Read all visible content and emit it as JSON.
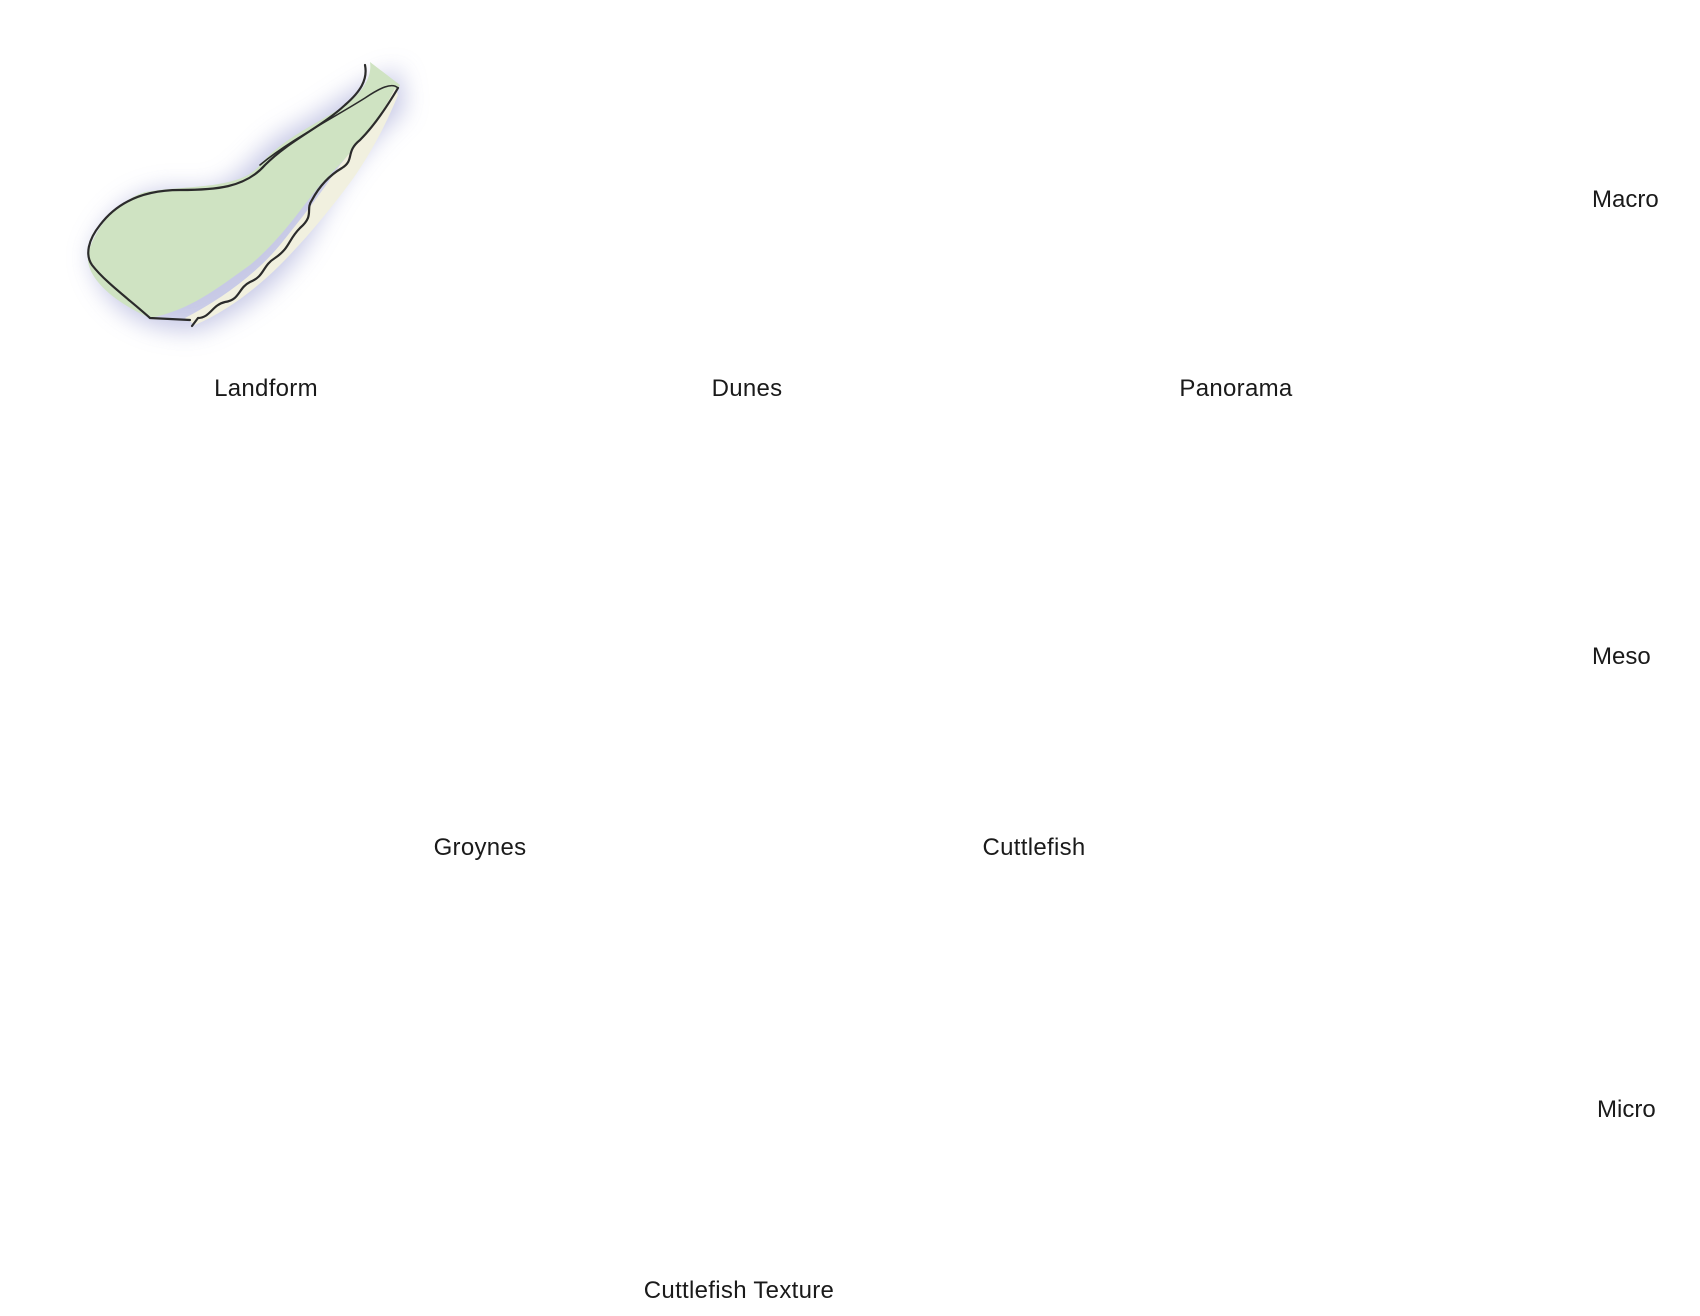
{
  "items": {
    "landform": {
      "label": "Landform"
    },
    "dunes": {
      "label": "Dunes"
    },
    "panorama": {
      "label": "Panorama"
    },
    "groynes": {
      "label": "Groynes"
    },
    "cuttlefish": {
      "label": "Cuttlefish"
    },
    "cuttlefish_texture": {
      "label": "Cuttlefish Texture"
    }
  },
  "scales": {
    "macro": "Macro",
    "meso": "Meso",
    "micro": "Micro"
  },
  "colors": {
    "land_green": "#cfe3c2",
    "sea_purple": "#b9bce0",
    "sand_cream": "#f1f0df",
    "dune_wash": "#e6ebd2",
    "sun_yellow": "#eef08c",
    "sunset_pink": "#f6d6d2",
    "stone_grey": "#e6e6e0",
    "ink": "#2b2b2b"
  }
}
